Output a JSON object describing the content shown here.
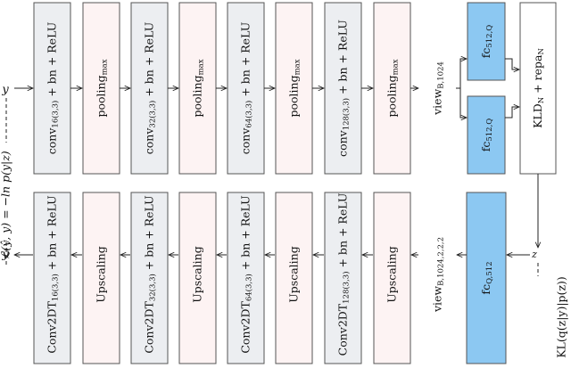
{
  "colors": {
    "grey": "#eceef1",
    "pink": "#fdf3f3",
    "blue": "#8cc8f2",
    "border": "#555555"
  },
  "encoder": [
    {
      "id": "enc-conv-16",
      "kind": "grey",
      "main": "conv",
      "sub": "16(3,3)",
      "rest": " + bn + ReLU"
    },
    {
      "id": "enc-pool-1",
      "kind": "pink",
      "main": "pooling",
      "sub": "max",
      "rest": ""
    },
    {
      "id": "enc-conv-32",
      "kind": "grey",
      "main": "conv",
      "sub": "32(3,3)",
      "rest": " + bn + ReLU"
    },
    {
      "id": "enc-pool-2",
      "kind": "pink",
      "main": "pooling",
      "sub": "max",
      "rest": ""
    },
    {
      "id": "enc-conv-64",
      "kind": "grey",
      "main": "conv",
      "sub": "64(3,3)",
      "rest": " + bn + ReLU"
    },
    {
      "id": "enc-pool-3",
      "kind": "pink",
      "main": "pooling",
      "sub": "max",
      "rest": ""
    },
    {
      "id": "enc-conv-128",
      "kind": "grey",
      "main": "conv",
      "sub": "128(3,3)",
      "rest": " + bn + ReLU"
    },
    {
      "id": "enc-pool-4",
      "kind": "pink",
      "main": "pooling",
      "sub": "max",
      "rest": ""
    },
    {
      "id": "enc-view",
      "kind": "none",
      "main": "view",
      "sub": "B,1024",
      "rest": ""
    }
  ],
  "fc_top": {
    "main": "fc",
    "sub": "512,Q"
  },
  "fc_bottom": {
    "main": "fc",
    "sub": "512,Q"
  },
  "kld": {
    "main": "KLD",
    "sub": "N",
    "rest": " + repa",
    "sub2": "N"
  },
  "decoder": [
    {
      "id": "dec-conv2dt-16",
      "kind": "grey",
      "main": "Conv2DT",
      "sub": "16(3,3)",
      "rest": " + bn + ReLU"
    },
    {
      "id": "dec-upscaling-1",
      "kind": "pink",
      "main": "Upscaling",
      "sub": "",
      "rest": ""
    },
    {
      "id": "dec-conv2dt-32",
      "kind": "grey",
      "main": "Conv2DT",
      "sub": "32(3,3)",
      "rest": " + bn + ReLU"
    },
    {
      "id": "dec-upscaling-2",
      "kind": "pink",
      "main": "Upscaling",
      "sub": "",
      "rest": ""
    },
    {
      "id": "dec-conv2dt-64",
      "kind": "grey",
      "main": "Conv2DT",
      "sub": "64(3,3)",
      "rest": " + bn + ReLU"
    },
    {
      "id": "dec-upscaling-3",
      "kind": "pink",
      "main": "Upscaling",
      "sub": "",
      "rest": ""
    },
    {
      "id": "dec-conv2dt-128",
      "kind": "grey",
      "main": "Conv2DT",
      "sub": "128(3,3)",
      "rest": " + bn + ReLU"
    },
    {
      "id": "dec-upscaling-4",
      "kind": "pink",
      "main": "Upscaling",
      "sub": "",
      "rest": ""
    },
    {
      "id": "dec-view",
      "kind": "none",
      "main": "view",
      "sub": "B,1024,2,2,2",
      "rest": ""
    }
  ],
  "fc_decoder": {
    "main": "fc",
    "sub": "Q,512"
  },
  "input_y": "y",
  "output_yhat": "ŷ",
  "latent_z": "z",
  "loss_left": "ℒ(ŷ, y) = −ln p(y|z)",
  "loss_right": "KL(q(z|y)|p(z))"
}
